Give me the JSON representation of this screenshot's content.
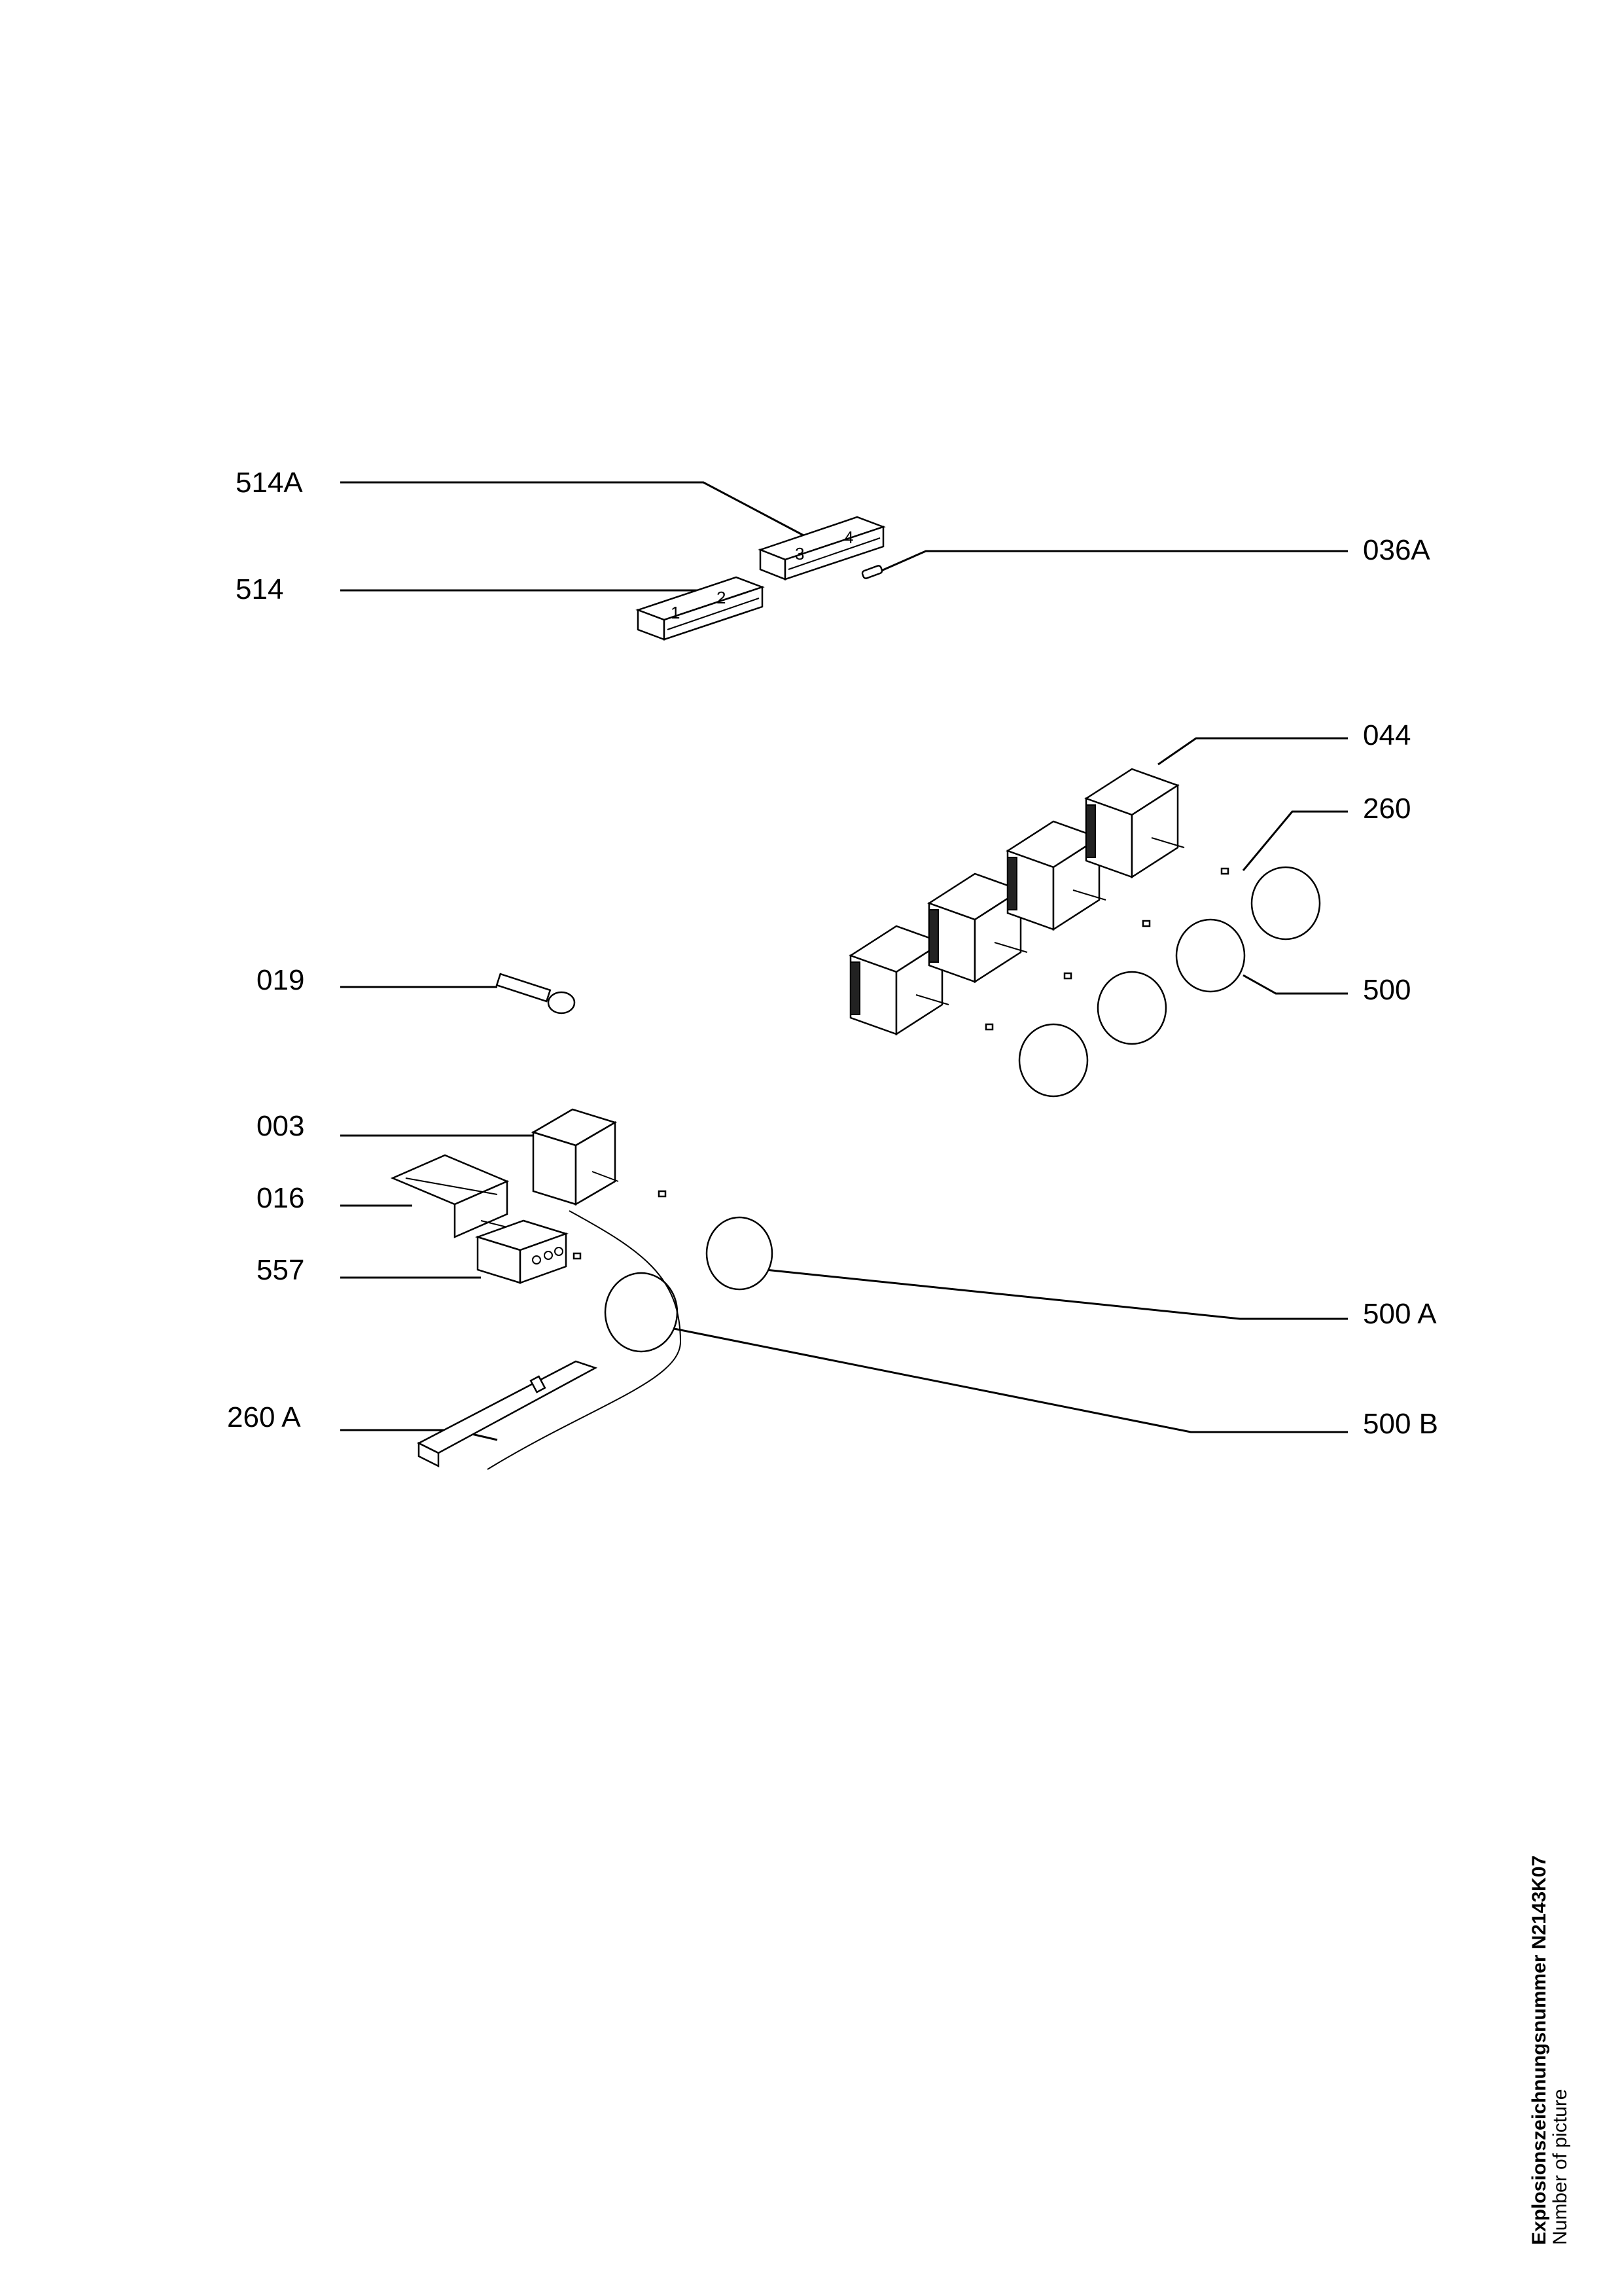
{
  "labels": {
    "l514A": "514A",
    "l514": "514",
    "l036A": "036A",
    "l044": "044",
    "l260": "260",
    "l019": "019",
    "l500": "500",
    "l003": "003",
    "l016": "016",
    "l557": "557",
    "l500A": "500 A",
    "l260A": "260 A",
    "l500B": "500 B"
  },
  "terminal_numbers": {
    "t1": "1",
    "t2": "2",
    "t3": "3",
    "t4": "4"
  },
  "footer": {
    "title": "Explosionszeichnungsnummer N2143K07",
    "subtitle": "Number of picture"
  }
}
